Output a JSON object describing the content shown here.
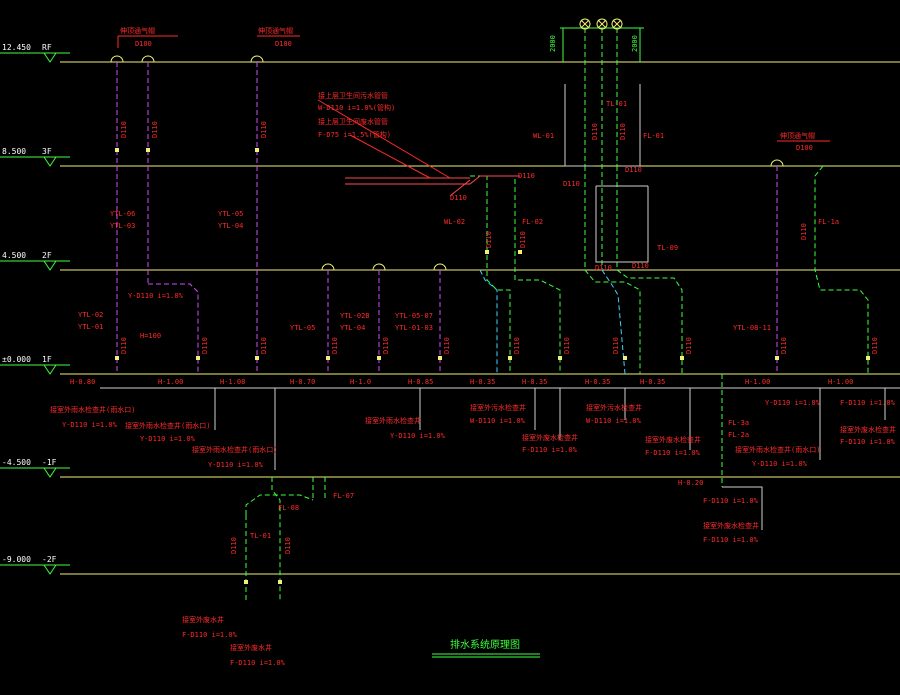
{
  "title": "排水系统原理图",
  "levels": [
    {
      "elev": "12.450",
      "floor": "RF"
    },
    {
      "elev": "8.500",
      "floor": "3F"
    },
    {
      "elev": "4.500",
      "floor": "2F"
    },
    {
      "elev": "±0.000",
      "floor": "1F"
    },
    {
      "elev": "-4.500",
      "floor": "-1F"
    },
    {
      "elev": "-9.000",
      "floor": "-2F"
    }
  ],
  "labels": {
    "roof_vent_1": "伸顶通气帽",
    "roof_vent_1_size": "D100",
    "roof_vent_2": "伸顶通气帽",
    "roof_vent_2_size": "D100",
    "roof_vent_3": "伸顶通气帽",
    "roof_vent_3_size": "D100",
    "d110": "D110",
    "ytl06": "YTL-06",
    "ytl03": "YTL-03",
    "ytl05": "YTL-05",
    "ytl04": "YTL-04",
    "y_slope": "Y-D110 i=1.0%",
    "ytl02": "YTL-02",
    "ytl01": "YTL-01",
    "h_note": "H=100",
    "ytl05b": "YTL-05",
    "ytl02b": "YTL-02B",
    "ytl04b": "YTL-04",
    "ytl0507": "YTL-05-07",
    "ytl0103": "YTL-01-03",
    "roof_drain_a": "接上层卫生间污水管管",
    "w_slope": "W-D110 i=1.0%(管构)",
    "roof_drain_b": "接上层卫生间废水管管",
    "f_slope": "F-D75 i=1.5%(管构)",
    "wl01": "WL-01",
    "fl01": "FL-01",
    "tl01": "TL-01",
    "wl02": "WL-02",
    "fl02": "FL-02",
    "tl09": "TL-09",
    "fl1a": "FL-1a",
    "ytl0811": "YTL-08-11",
    "dim_2000a": "2000",
    "dim_2000b": "2000",
    "h080": "H-0.80",
    "h100": "H-1.00",
    "h108": "H-1.08",
    "h070": "H-0.70",
    "h10": "H-1.0",
    "h085": "H-0.85",
    "h035a": "H-0.35",
    "h035b": "H-0.35",
    "h035c": "H-0.35",
    "h035d": "H-0.35",
    "h100b": "H-1.00",
    "h100c": "H-1.00",
    "note_a": "接室外雨水检查井(雨水口)",
    "note_a_slope": "Y-D110 i=1.0%",
    "note_b": "接室外雨水检查井(雨水口)",
    "note_b_slope": "Y-D110 i=1.0%",
    "note_c": "接室外雨水检查井(雨水口)",
    "note_c_slope": "Y-D110 i=1.0%",
    "note_d": "接室外雨水检查井",
    "note_d_slope": "Y-D110 i=1.0%",
    "note_e": "接室外污水检查井",
    "note_e_slope": "W-D110 i=1.0%",
    "note_f": "接室外废水检查井",
    "note_f_slope": "F-D110 i=1.0%",
    "note_g": "接室外污水检查井",
    "note_g_slope": "W-D110 i=1.0%",
    "note_h": "接室外废水检查井",
    "note_h_slope": "F-D110 i=1.0%",
    "note_i": "接室外雨水检查井(雨水口)",
    "note_i_slope": "Y-D110 i=1.0%",
    "note_j_slope": "Y-D110 i=1.0%",
    "note_k_slope": "F-D110 i=1.0%",
    "note_k": "接室外废水检查井",
    "note_k2_slope": "F-D110 i=1.0%",
    "fl3a": "FL-3a",
    "fl2a": "FL-2a",
    "h020": "H-0.20",
    "note_l_slope": "F-D110 i=1.0%",
    "note_l": "接室外废水检查井",
    "note_l2_slope": "F-D110 i=1.0%",
    "fl08": "FL-08",
    "fl07": "FL-07",
    "tl01b": "TL-01",
    "note_m": "接室外废水井",
    "note_m_slope": "F-D110 i=1.0%",
    "note_n": "接室外废水井",
    "note_n_slope": "F-D110 i=1.0%"
  }
}
